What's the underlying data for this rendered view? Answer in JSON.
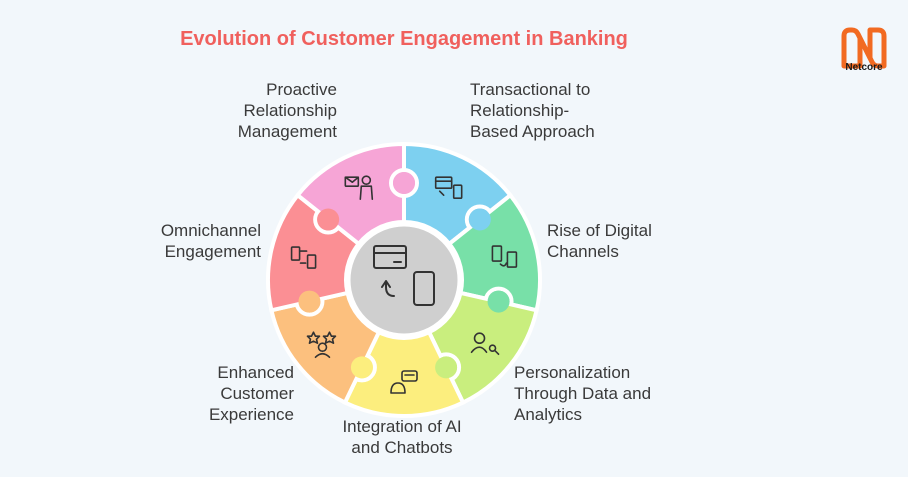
{
  "title": "Evolution of Customer Engagement in Banking",
  "logo": {
    "text": "Netcore",
    "color": "#f26a21"
  },
  "segments": [
    {
      "lines": [
        "Transactional to",
        "Relationship-",
        "Based Approach"
      ],
      "color": "#7dd0f0",
      "icon": "credit-card-phone-exchange-icon"
    },
    {
      "lines": [
        "Rise of Digital",
        "Channels"
      ],
      "color": "#78e0a8",
      "icon": "mobile-money-transfer-icon"
    },
    {
      "lines": [
        "Personalization",
        "Through Data and",
        "Analytics"
      ],
      "color": "#c9ee7e",
      "icon": "user-key-icon"
    },
    {
      "lines": [
        "Integration of AI",
        "and Chatbots"
      ],
      "color": "#fcee7e",
      "icon": "chatbot-icon"
    },
    {
      "lines": [
        "Enhanced",
        "Customer",
        "Experience"
      ],
      "color": "#fcc07e",
      "icon": "rating-stars-user-icon"
    },
    {
      "lines": [
        "Omnichannel",
        "Engagement"
      ],
      "color": "#fb8f94",
      "icon": "multi-device-sync-icon"
    },
    {
      "lines": [
        "Proactive",
        "Relationship",
        "Management"
      ],
      "color": "#f6a5d6",
      "icon": "mail-user-icon"
    }
  ],
  "center": {
    "color": "#cfcfcf",
    "icon": "card-to-phone-icon"
  }
}
